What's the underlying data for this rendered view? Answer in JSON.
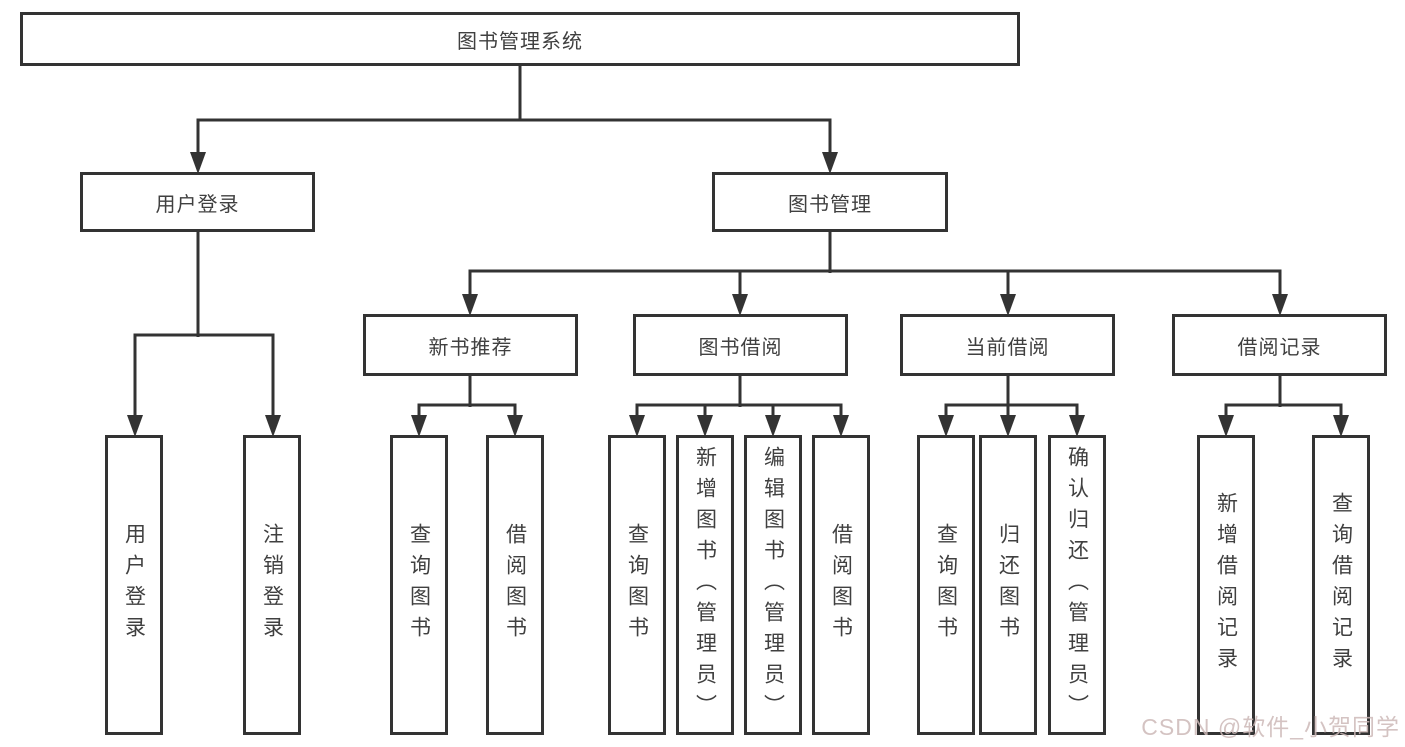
{
  "diagram": {
    "root": {
      "label": "图书管理系统"
    },
    "level2": [
      {
        "label": "用户登录"
      },
      {
        "label": "图书管理"
      }
    ],
    "level3": [
      {
        "label": "新书推荐"
      },
      {
        "label": "图书借阅"
      },
      {
        "label": "当前借阅"
      },
      {
        "label": "借阅记录"
      }
    ],
    "leaves": [
      {
        "label": "用户登录"
      },
      {
        "label": "注销登录"
      },
      {
        "label": "查询图书"
      },
      {
        "label": "借阅图书"
      },
      {
        "label": "查询图书"
      },
      {
        "label": "新增图书（管理员）"
      },
      {
        "label": "编辑图书（管理员）"
      },
      {
        "label": "借阅图书"
      },
      {
        "label": "查询图书"
      },
      {
        "label": "归还图书"
      },
      {
        "label": "确认归还（管理员）"
      },
      {
        "label": "新增借阅记录"
      },
      {
        "label": "查询借阅记录"
      }
    ],
    "colors": {
      "line": "#333333",
      "box_background": "#ffffff",
      "text": "#404040"
    }
  },
  "watermark": {
    "text": "CSDN @软件_小贺同学",
    "color": "#cdb9b7"
  }
}
